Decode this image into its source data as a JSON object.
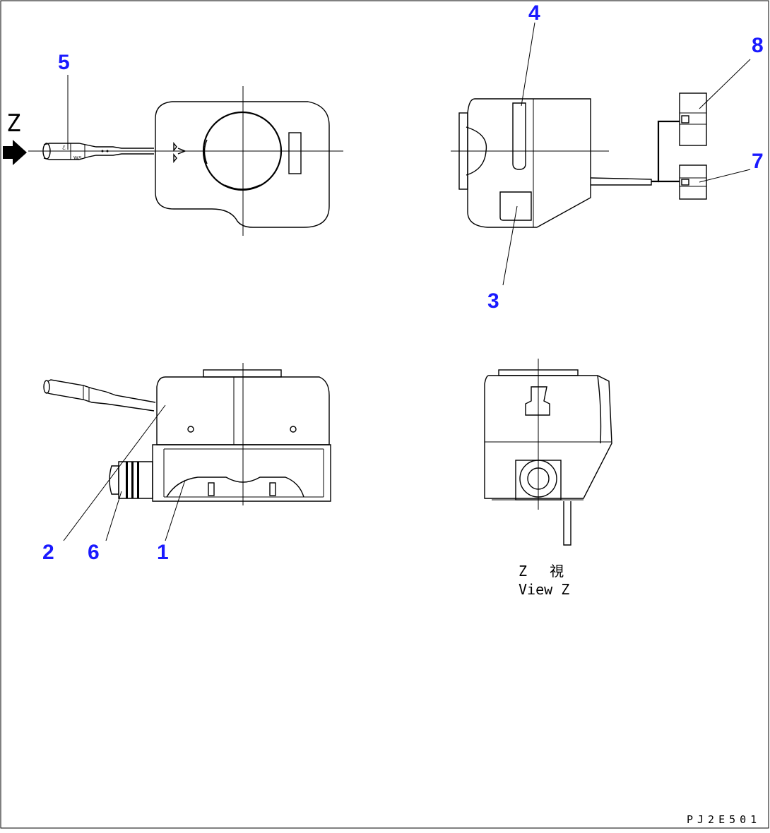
{
  "view_marker": {
    "letter": "Z"
  },
  "callouts": [
    "1",
    "2",
    "3",
    "4",
    "5",
    "6",
    "7",
    "8"
  ],
  "view_caption": {
    "line1": "Z　 視",
    "line2": "View Z"
  },
  "drawing_code": "PJ2E501",
  "colors": {
    "callout": "#1a1aff",
    "line": "#000000",
    "background": "#ffffff"
  }
}
